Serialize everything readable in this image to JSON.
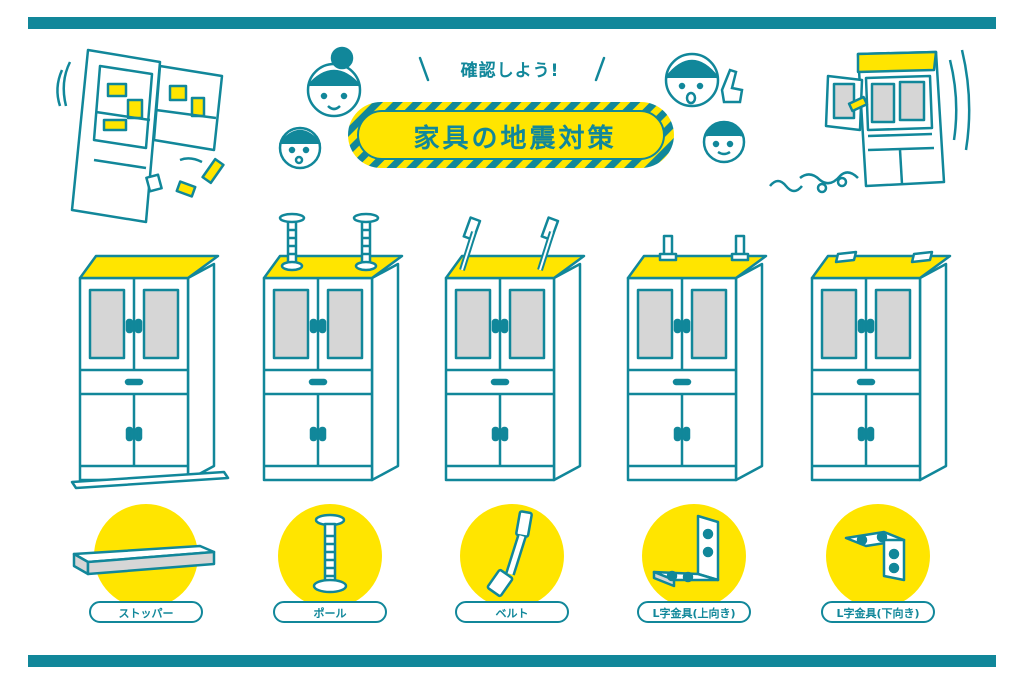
{
  "header": {
    "subtitle": "確認しよう!",
    "title": "家具の地震対策"
  },
  "items": [
    {
      "label": "ストッパー"
    },
    {
      "label": "ポール"
    },
    {
      "label": "ベルト"
    },
    {
      "label": "L字金具(上向き)"
    },
    {
      "label": "L字金具(下向き)"
    }
  ],
  "colors": {
    "teal": "#11879a",
    "yellow": "#ffe500",
    "glass": "#d6d6d6"
  }
}
